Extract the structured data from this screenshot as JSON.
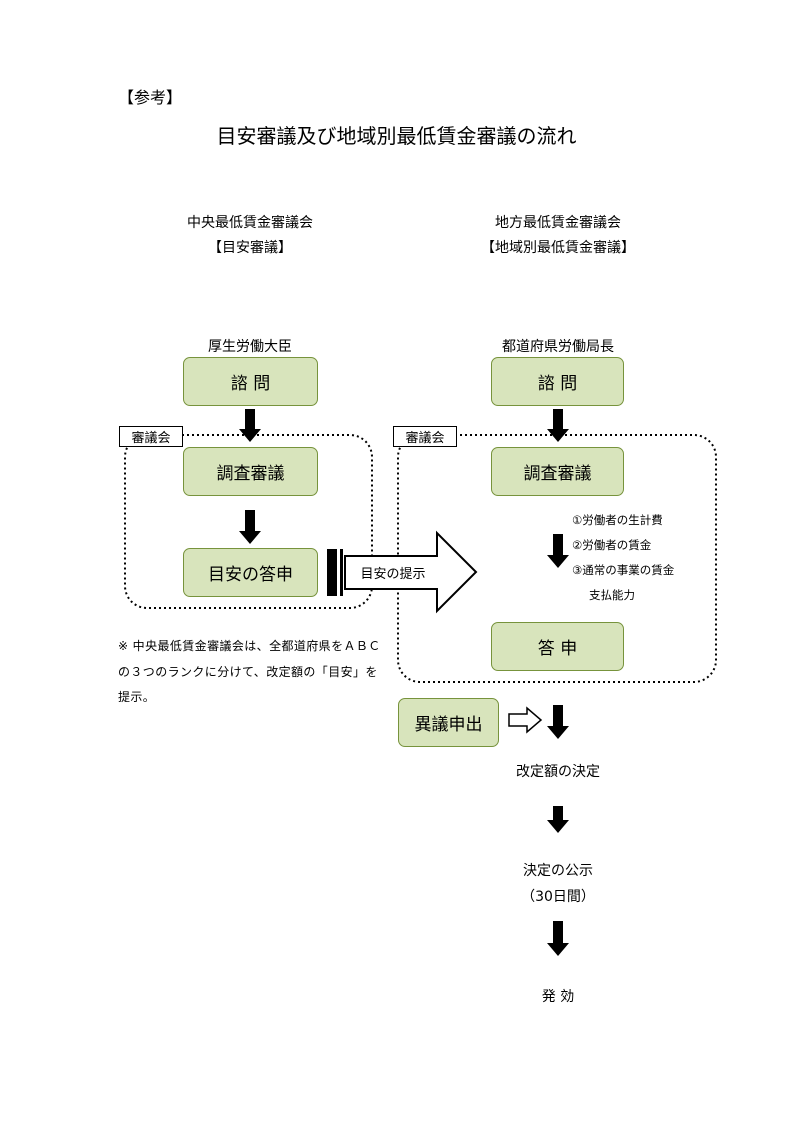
{
  "header": {
    "ref_label": "【参考】",
    "title": "目安審議及び地域別最低賃金審議の流れ"
  },
  "central": {
    "name": "中央最低賃金審議会",
    "subtitle": "【目安審議】",
    "requester": "厚生労働大臣",
    "consult": "諮 問",
    "council_label": "審議会",
    "investigation": "調査審議",
    "report": "目安の答申"
  },
  "guideline_arrow_label": "目安の提示",
  "local": {
    "name": "地方最低賃金審議会",
    "subtitle": "【地域別最低賃金審議】",
    "requester": "都道府県労働局長",
    "consult": "諮 問",
    "council_label": "審議会",
    "investigation": "調査審議",
    "criteria": [
      "①労働者の生計費",
      "②労働者の賃金",
      "③通常の事業の賃金",
      "支払能力"
    ],
    "report": "答 申"
  },
  "note": {
    "lines": [
      "※ 中央最低賃金審議会は、全都道府県をＡＢＣ",
      "の３つのランクに分けて、改定額の「目安」を",
      "提示。"
    ]
  },
  "objection": "異議申出",
  "flow": {
    "decision": "改定額の決定",
    "announcement": "決定の公示",
    "announcement_period": "（30日間）",
    "effect": "発 効"
  },
  "colors": {
    "box_fill": "#d8e4bc",
    "box_border": "#77933c"
  }
}
